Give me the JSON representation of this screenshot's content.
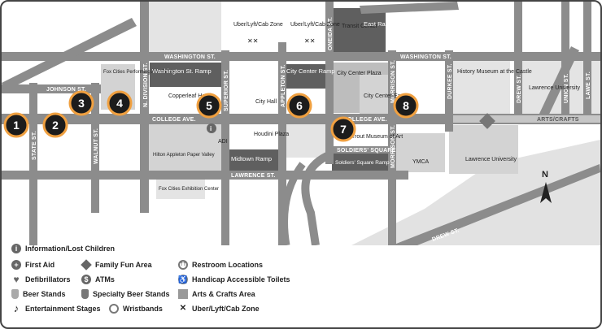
{
  "streets": {
    "washington_left": "WASHINGTON ST.",
    "washington_right": "WASHINGTON ST.",
    "johnson": "JOHNSON ST.",
    "college_left": "COLLEGE AVE.",
    "college_right": "COLLEGE AVE.",
    "lawrence": "LAWRENCE ST.",
    "state": "STATE ST.",
    "walnut": "WALNUT ST.",
    "division": "N. DIVISION ST.",
    "superior": "SUPERIOR ST.",
    "appleton": "APPLETON ST.",
    "oneida": "ONEIDA ST.",
    "morrison_top": "MORRISON ST.",
    "morrison_bottom": "MORRISON ST.",
    "durkee": "DURKEE ST.",
    "drew_top": "DREW ST.",
    "drew_bottom": "DREW ST.",
    "union": "UNION ST.",
    "lawe": "LAWE ST.",
    "soldiers_square": "SOLDIERS' SQUARE",
    "arts_crafts": "ARTS/CRAFTS"
  },
  "places": {
    "uber1": "Uber/Lyft/Cab Zone",
    "uber2": "Uber/Lyft/Cab Zone",
    "transit_center": "Transit Center",
    "east_ramp": "East Ramp",
    "fox_cities_pac": "Fox Cities Performing Arts Center",
    "washington_ramp": "Washington St. Ramp",
    "city_center_ramp": "City Center Ramp",
    "city_center_plaza": "City Center Plaza",
    "city_center_east": "City Center East",
    "history_museum": "History Museum at the Castle",
    "lawrence_university_top": "Lawrence University",
    "copperleaf": "Copperleaf Hotel",
    "city_hall": "City Hall",
    "houdini_plaza": "Houdini Plaza",
    "trout_museum": "Trout Museum of Art",
    "hilton": "Hilton Appleton Paper Valley",
    "adi": "ADI",
    "midtown_ramp": "Midtown Ramp",
    "soldiers_square_ramp": "Soldiers' Square Ramp",
    "ymca": "YMCA",
    "lawrence_university_bottom": "Lawrence University",
    "exhibition_center": "Fox Cities Exhibition Center",
    "north": "N"
  },
  "stages": [
    {
      "num": "1"
    },
    {
      "num": "2"
    },
    {
      "num": "3"
    },
    {
      "num": "4"
    },
    {
      "num": "5"
    },
    {
      "num": "6"
    },
    {
      "num": "7"
    },
    {
      "num": "8"
    }
  ],
  "legend": {
    "info": "Information/Lost Children",
    "first_aid": "First Aid",
    "family_fun": "Family Fun Area",
    "restrooms": "Restroom Locations",
    "defib": "Defibrillators",
    "atms": "ATMs",
    "handicap": "Handicap Accessible Toilets",
    "beer": "Beer Stands",
    "specialty_beer": "Specialty Beer Stands",
    "arts_crafts": "Arts & Crafts Area",
    "stages": "Entertainment Stages",
    "wristbands": "Wristbands",
    "uber": "Uber/Lyft/Cab Zone"
  },
  "colors": {
    "road": "#8c8c8c",
    "block_dark": "#5f5f5f",
    "block_mid": "#a5a5a5",
    "block_light": "#d3d3d3",
    "stage_fill": "#1c1c1c",
    "stage_ring": "#f0a040"
  }
}
